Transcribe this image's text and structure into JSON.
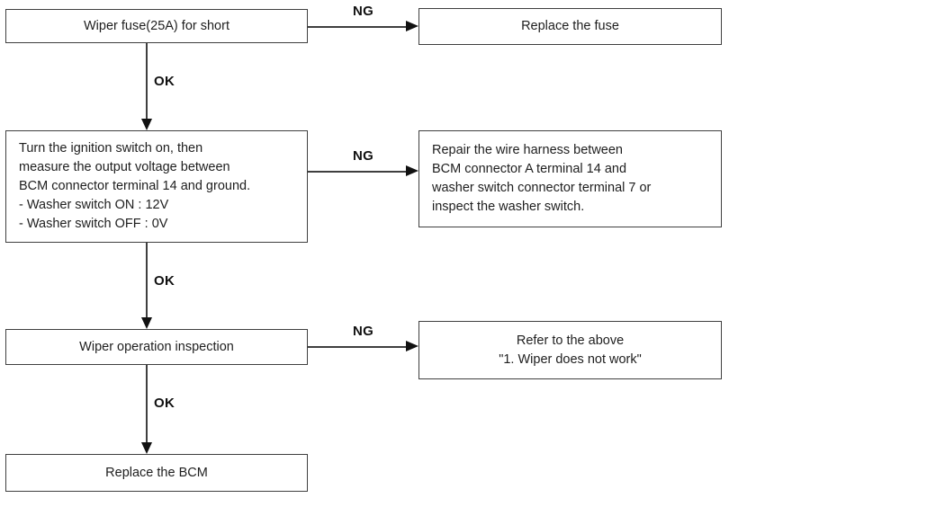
{
  "diagram": {
    "type": "flowchart",
    "ok_label": "OK",
    "ng_label": "NG",
    "nodes": {
      "check_fuse": "Wiper fuse(25A) for short",
      "replace_fuse": "Replace the fuse",
      "check_voltage": "Turn the ignition switch on, then\nmeasure the output voltage between\nBCM connector terminal 14 and ground.\n- Washer switch ON : 12V\n- Washer switch OFF : 0V",
      "repair_harness": "Repair the wire harness between\nBCM connector A terminal 14 and\nwasher switch connector terminal 7 or\ninspect the washer switch.",
      "wiper_inspection": "Wiper operation inspection",
      "refer_above": "Refer to the above\n\"1. Wiper does not work\"",
      "replace_bcm": "Replace the BCM"
    },
    "colors": {
      "background": "#ffffff",
      "box_fill": "#ffffff",
      "line": "#3f3f3f",
      "text": "#1e1e1e"
    }
  }
}
